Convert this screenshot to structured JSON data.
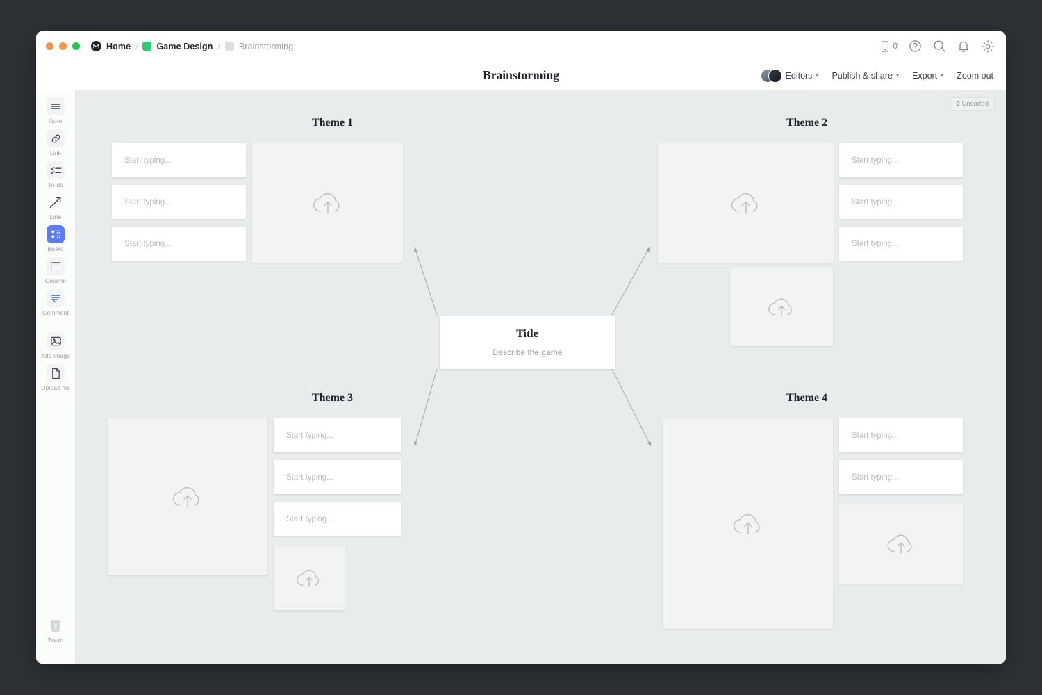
{
  "window": {
    "traffic_lights": [
      "close",
      "minimize",
      "maximize"
    ]
  },
  "breadcrumb": {
    "items": [
      {
        "label": "Home",
        "icon": "app-logo-icon",
        "muted": false
      },
      {
        "label": "Game Design",
        "icon": "green-square-icon",
        "muted": false
      },
      {
        "label": "Brainstorming",
        "icon": "grey-square-icon",
        "muted": true
      }
    ],
    "separator": "/"
  },
  "titlebar_actions": {
    "mobile_count": "0",
    "icons": [
      "mobile-icon",
      "help-icon",
      "search-icon",
      "bell-icon",
      "gear-icon"
    ]
  },
  "header": {
    "title": "Brainstorming",
    "editors_label": "Editors",
    "publish_label": "Publish & share",
    "export_label": "Export",
    "zoom_label": "Zoom out",
    "caret": "▾"
  },
  "sidebar": {
    "tools": [
      {
        "label": "Note",
        "icon": "note-icon"
      },
      {
        "label": "Link",
        "icon": "link-icon"
      },
      {
        "label": "To-do",
        "icon": "todo-icon"
      },
      {
        "label": "Line",
        "icon": "line-arrow-icon"
      },
      {
        "label": "Board",
        "icon": "board-icon",
        "active": true
      },
      {
        "label": "Column",
        "icon": "column-icon"
      },
      {
        "label": "Comment",
        "icon": "comment-icon"
      },
      {
        "label": "Add image",
        "icon": "add-image-icon"
      },
      {
        "label": "Upload file",
        "icon": "upload-file-icon"
      }
    ],
    "trash": {
      "label": "Trash",
      "icon": "trash-icon"
    }
  },
  "canvas": {
    "unsorted_count": "0",
    "unsorted_label": "Unsorted",
    "note_placeholder": "Start typing...",
    "center": {
      "title": "Title",
      "subtitle": "Describe the game"
    },
    "themes": [
      {
        "id": "theme-1",
        "label": "Theme 1"
      },
      {
        "id": "theme-2",
        "label": "Theme 2"
      },
      {
        "id": "theme-3",
        "label": "Theme 3"
      },
      {
        "id": "theme-4",
        "label": "Theme 4"
      }
    ]
  },
  "colors": {
    "accent": "#5b7cf2",
    "canvas_bg": "#e8ecec",
    "card_bg": "#ffffff",
    "image_placeholder_bg": "#f2f4f4",
    "brand_green": "#2ecc71"
  }
}
